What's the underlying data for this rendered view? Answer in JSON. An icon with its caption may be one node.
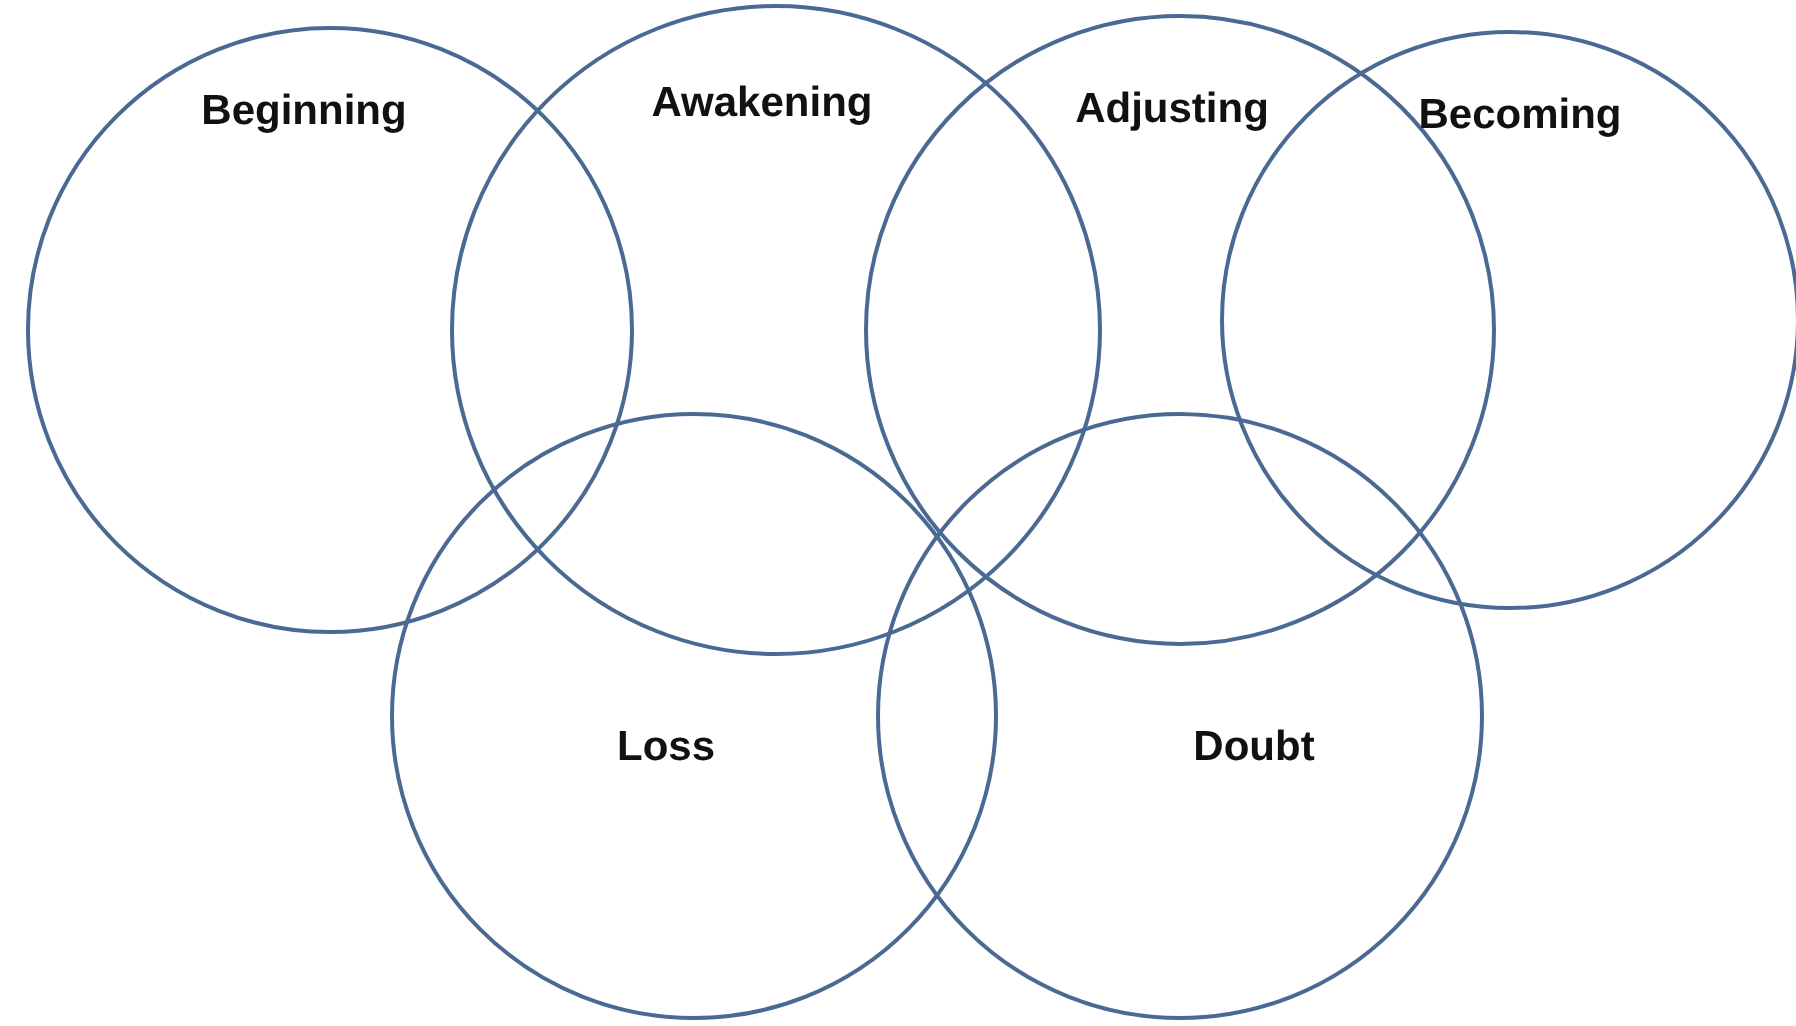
{
  "diagram": {
    "nodes": [
      {
        "text": [
          "Beginning"
        ]
      },
      {
        "text": [
          "Awakening"
        ]
      },
      {
        "text": [
          "Adjusting"
        ]
      },
      {
        "text": [
          "Becoming"
        ]
      },
      {
        "text": [
          "Loss"
        ]
      },
      {
        "text": [
          "Doubt"
        ]
      }
    ]
  }
}
